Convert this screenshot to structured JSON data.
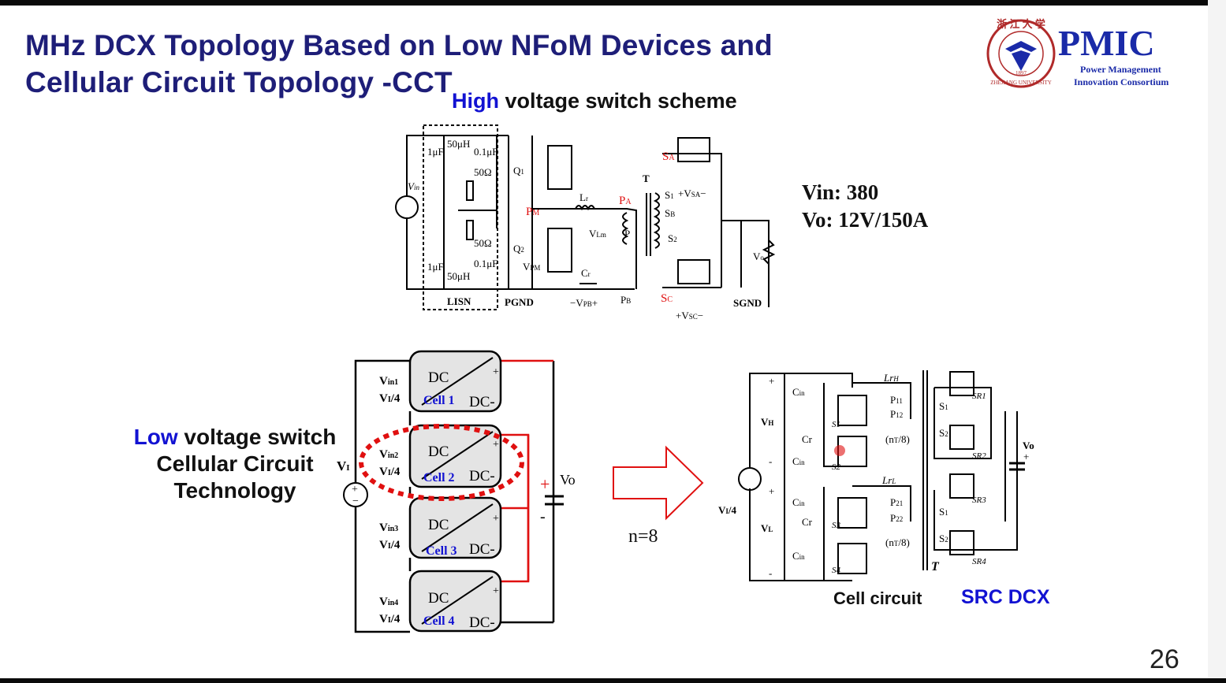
{
  "slide": {
    "title_line1": "MHz DCX Topology Based on Low NFoM Devices and",
    "title_line2": "Cellular Circuit Topology -CCT",
    "page_number": "26"
  },
  "logo": {
    "university": "ZHEJIANG UNIVERSITY",
    "year": "1897",
    "brand": "PMIC",
    "line1": "Power Management",
    "line2": "Innovation Consortium"
  },
  "high_voltage": {
    "heading_blue": "High",
    "heading_rest": " voltage switch scheme",
    "vin": "Vin: 380",
    "vo": "Vo:  12V/150A"
  },
  "low_voltage": {
    "heading_blue": "Low",
    "heading_rest": " voltage switch",
    "line2": "Cellular Circuit",
    "line3": "Technology"
  },
  "cells": [
    {
      "name": "Cell 1",
      "vin": "V",
      "vin_sub": "in1"
    },
    {
      "name": "Cell 2",
      "vin": "V",
      "vin_sub": "in2"
    },
    {
      "name": "Cell 3",
      "vin": "V",
      "vin_sub": "in3"
    },
    {
      "name": "Cell 4",
      "vin": "V",
      "vin_sub": "in4"
    }
  ],
  "cell_text": {
    "dc": "DC",
    "dcm": "DC-",
    "plus": "+",
    "quarter": "V",
    "quarter_sub": "I",
    "quarter_rest": "/4",
    "vi": "V",
    "vi_sub": "I",
    "vo": "Vo"
  },
  "arrow_label": "n=8",
  "bottom_labels": {
    "cell_circuit": "Cell circuit",
    "src_dcx": "SRC DCX"
  },
  "colors": {
    "title": "#1e1e78",
    "accent_blue": "#1212d2",
    "wire_red": "#e01010",
    "pmic_blue": "#1a2aa8",
    "zju_red": "#b02a2a"
  }
}
